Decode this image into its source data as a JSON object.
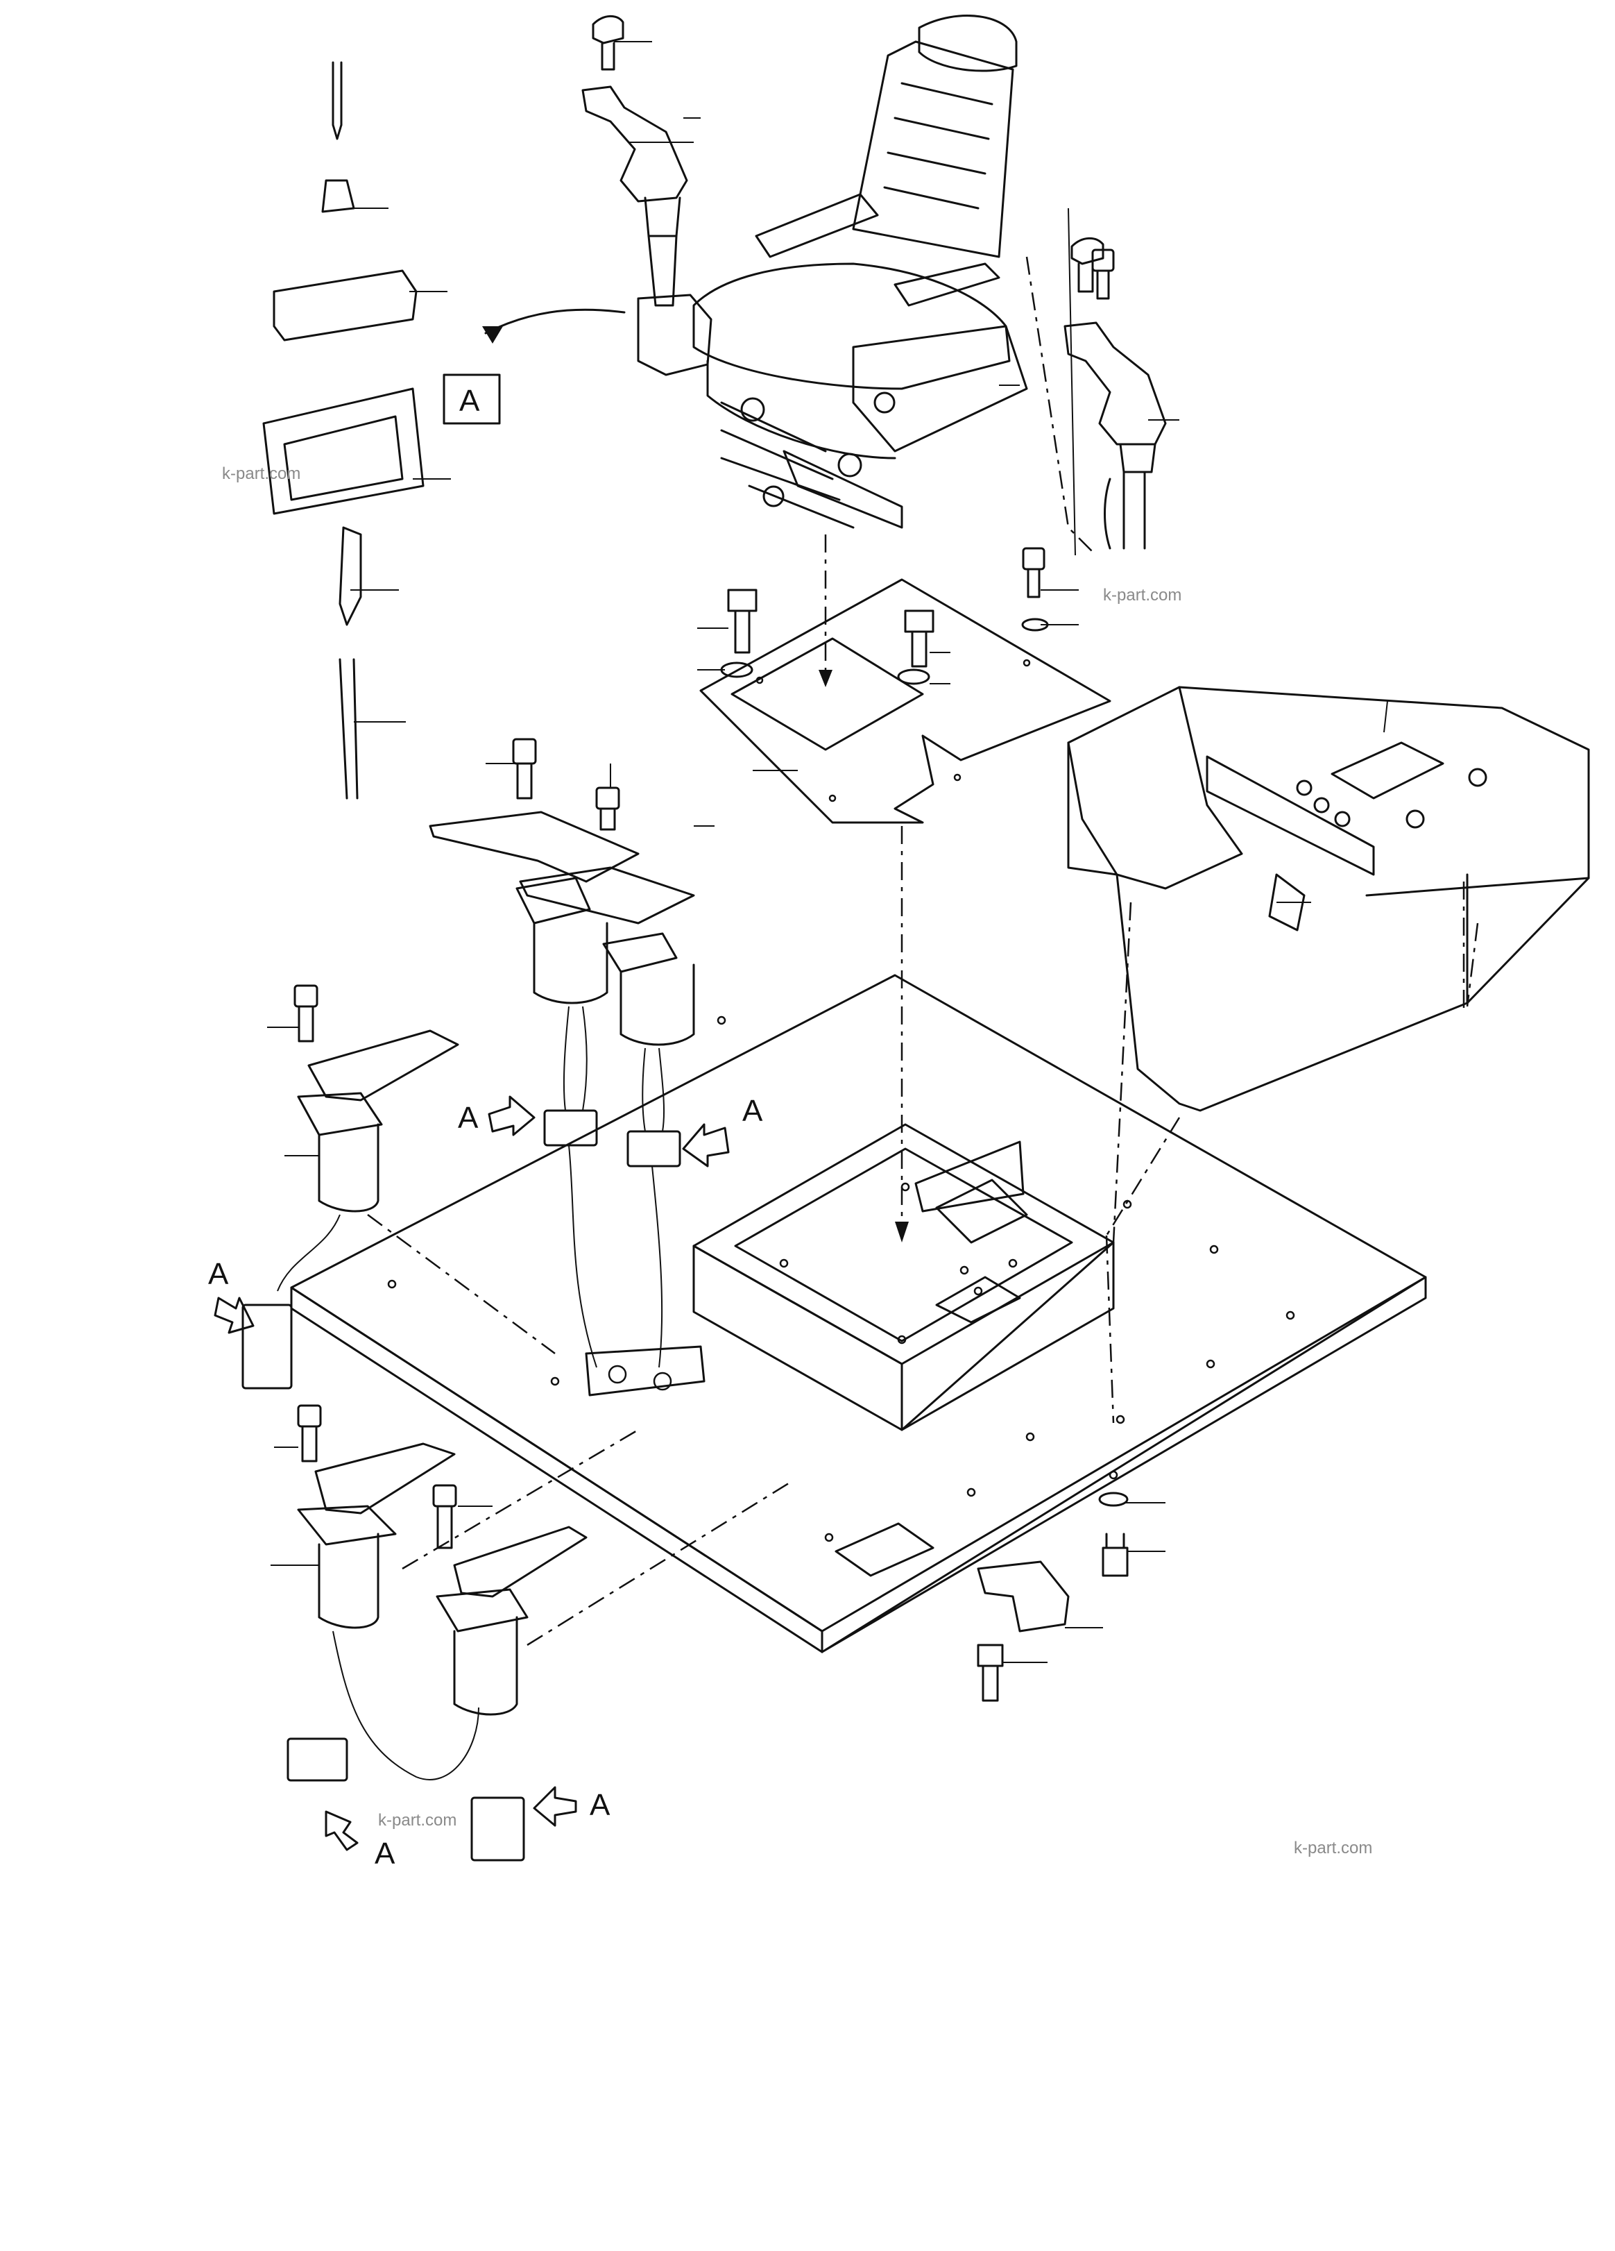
{
  "diagram": {
    "detail_box_label": "A",
    "connector_labels": [
      "A",
      "A",
      "A",
      "A",
      "A",
      "A"
    ],
    "watermarks": [
      "k-part.com",
      "k-part.com",
      "k-part.com",
      "k-part.com"
    ]
  }
}
